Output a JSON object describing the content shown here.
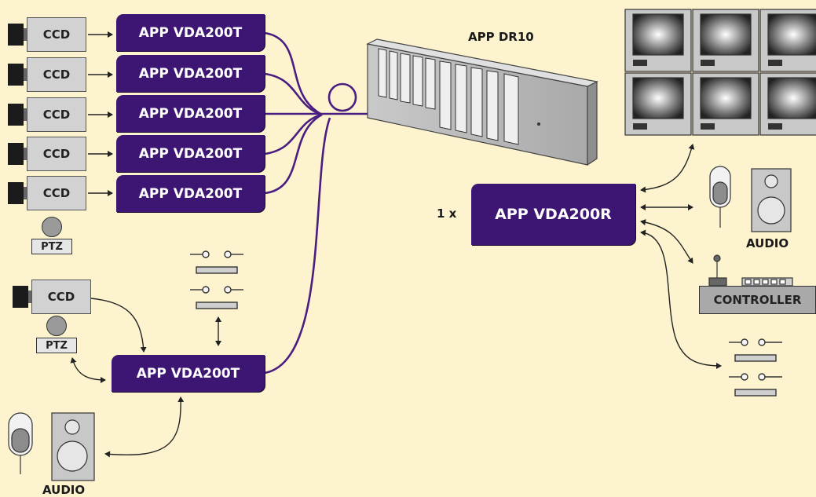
{
  "cameras": {
    "label": "CCD",
    "ptz_label": "PTZ"
  },
  "transmitters": {
    "label": "APP VDA200T"
  },
  "rack": {
    "label": "APP DR10"
  },
  "receiver": {
    "count_label": "1 x",
    "label": "APP VDA200R"
  },
  "audio": {
    "right_label": "AUDIO",
    "left_label": "AUDIO"
  },
  "controller": {
    "label": "CONTROLLER"
  },
  "colors": {
    "background": "#fdf4cf",
    "device_fill": "#3d1673",
    "fiber": "#4a1d80",
    "camera_body": "#d2d2d2"
  }
}
